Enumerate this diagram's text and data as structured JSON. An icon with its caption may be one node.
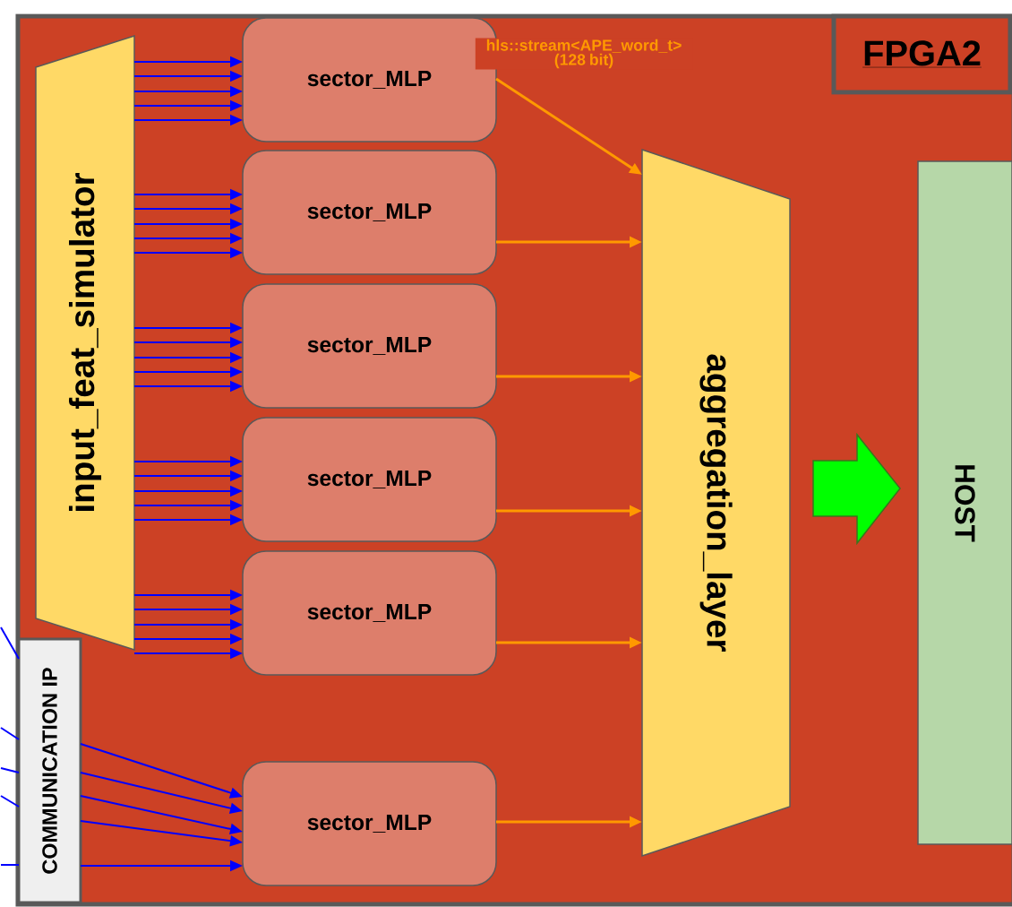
{
  "diagram": {
    "nodes": [
      {
        "text": [],
        "shape": "box"
      },
      {
        "text": [
          "FPGA2"
        ],
        "in": 0
      },
      {
        "text": [
          "input_feat_simulator"
        ],
        "in": 0
      },
      {
        "text": [
          "sector_MLP"
        ],
        "in": 0
      },
      {
        "text": [
          "sector_MLP"
        ],
        "in": 0
      },
      {
        "text": [
          "sector_MLP"
        ],
        "in": 0
      },
      {
        "text": [
          "sector_MLP"
        ],
        "in": 0
      },
      {
        "text": [
          "sector_MLP"
        ],
        "in": 0
      },
      {
        "text": [
          "sector_MLP"
        ],
        "in": 0
      },
      {
        "text": [
          "aggregation_layer"
        ],
        "in": 0
      },
      {
        "text": [
          "HOST"
        ],
        "in": 0
      },
      {
        "text": [
          "COMMUNICATION IP"
        ],
        "in": 0
      }
    ],
    "edges": [
      {
        "from": 2,
        "to": 3,
        "arrow": "to"
      },
      {
        "from": 2,
        "to": 3,
        "arrow": "to"
      },
      {
        "from": 2,
        "to": 3,
        "arrow": "to"
      },
      {
        "from": 2,
        "to": 3,
        "arrow": "to"
      },
      {
        "from": 2,
        "to": 3,
        "arrow": "to"
      },
      {
        "from": 2,
        "to": 4,
        "arrow": "to"
      },
      {
        "from": 2,
        "to": 4,
        "arrow": "to"
      },
      {
        "from": 2,
        "to": 4,
        "arrow": "to"
      },
      {
        "from": 2,
        "to": 4,
        "arrow": "to"
      },
      {
        "from": 2,
        "to": 4,
        "arrow": "to"
      },
      {
        "from": 2,
        "to": 5,
        "arrow": "to"
      },
      {
        "from": 2,
        "to": 5,
        "arrow": "to"
      },
      {
        "from": 2,
        "to": 5,
        "arrow": "to"
      },
      {
        "from": 2,
        "to": 5,
        "arrow": "to"
      },
      {
        "from": 2,
        "to": 5,
        "arrow": "to"
      },
      {
        "from": 2,
        "to": 6,
        "arrow": "to"
      },
      {
        "from": 2,
        "to": 6,
        "arrow": "to"
      },
      {
        "from": 2,
        "to": 6,
        "arrow": "to"
      },
      {
        "from": 2,
        "to": 6,
        "arrow": "to"
      },
      {
        "from": 2,
        "to": 6,
        "arrow": "to"
      },
      {
        "from": 2,
        "to": 7,
        "arrow": "to"
      },
      {
        "from": 2,
        "to": 7,
        "arrow": "to"
      },
      {
        "from": 2,
        "to": 7,
        "arrow": "to"
      },
      {
        "from": 2,
        "to": 7,
        "arrow": "to"
      },
      {
        "from": 2,
        "to": 7,
        "arrow": "to"
      },
      {
        "from": 11,
        "to": 8,
        "arrow": "to"
      },
      {
        "from": 11,
        "to": 8,
        "arrow": "to"
      },
      {
        "from": 11,
        "to": 8,
        "arrow": "to"
      },
      {
        "from": 11,
        "to": 8,
        "arrow": "to"
      },
      {
        "from": 11,
        "to": 8,
        "arrow": "to"
      },
      {
        "from": null,
        "to": 11,
        "arrow": "none"
      },
      {
        "from": null,
        "to": 11,
        "arrow": "none"
      },
      {
        "from": null,
        "to": 11,
        "arrow": "none"
      },
      {
        "from": null,
        "to": 11,
        "arrow": "none"
      },
      {
        "from": null,
        "to": 11,
        "arrow": "none"
      },
      {
        "from": 3,
        "to": 9,
        "arrow": "to",
        "color": "#ff9900",
        "label": "hls::stream<APE_word_t> (128 bit)"
      },
      {
        "from": 4,
        "to": 9,
        "arrow": "to",
        "color": "#ff9900"
      },
      {
        "from": 5,
        "to": 9,
        "arrow": "to",
        "color": "#ff9900"
      },
      {
        "from": 6,
        "to": 9,
        "arrow": "to",
        "color": "#ff9900"
      },
      {
        "from": 7,
        "to": 9,
        "arrow": "to",
        "color": "#ff9900"
      },
      {
        "from": 8,
        "to": 9,
        "arrow": "to",
        "color": "#ff9900"
      },
      {
        "from": 9,
        "to": 10,
        "arrow": "to",
        "color": "#00ff00",
        "style": "thick"
      }
    ]
  }
}
